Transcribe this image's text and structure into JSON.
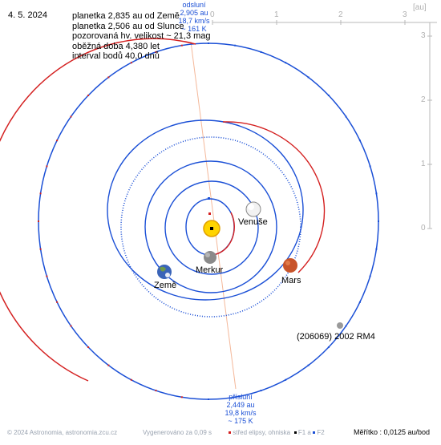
{
  "date": "4. 5. 2024",
  "info_lines": [
    "planetka 2,835 au od Země",
    "planetka 2,506 au od Slunce",
    "pozorovaná hv. velikost ~ 21,3 mag",
    "oběžná doba 4,380 let",
    "interval bodů 40,0 dnů"
  ],
  "aphelion": {
    "title": "odsluní",
    "dist": "2,905 au",
    "speed": "18,7 km/s",
    "temp": "~ 161 K"
  },
  "perihelion": {
    "title": "přísluní",
    "dist": "2,449 au",
    "speed": "19,8 km/s",
    "temp": "~ 175 K"
  },
  "labels": {
    "venus": "Venuše",
    "mercury": "Merkur",
    "earth": "Země",
    "mars": "Mars",
    "asteroid": "(206069) 2002 RM4"
  },
  "axis": {
    "unit": "[au]",
    "x_ticks": [
      "0",
      "1",
      "2",
      "3"
    ],
    "y_ticks": [
      "3",
      "2",
      "1",
      "0"
    ]
  },
  "footer": {
    "copyright": "© 2024 Astronomia, astronomia.zcu.cz",
    "generated": "Vygenerováno za 0,09 s",
    "legend_center": "střed elipsy, ohniska",
    "legend_f1": "F1",
    "legend_a": "a",
    "legend_f2": "F2",
    "scale": "Měřítko : 0,0125 au/bod"
  },
  "colors": {
    "orbit_blue": "#1a4fd6",
    "orbit_red": "#d42020",
    "axis_line": "#b8b8b8",
    "apsis_line": "#f4b89a"
  }
}
